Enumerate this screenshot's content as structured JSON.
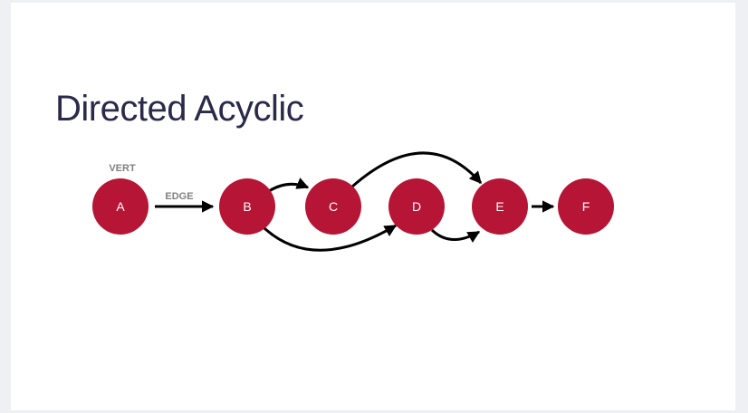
{
  "title": "Directed Acyclic",
  "annotations": {
    "vertex_label": "VERT",
    "edge_label": "EDGE"
  },
  "colors": {
    "node": "#b71535",
    "edge": "#000000",
    "title": "#2c2a4a"
  },
  "nodes": [
    {
      "id": "A",
      "label": "A"
    },
    {
      "id": "B",
      "label": "B"
    },
    {
      "id": "C",
      "label": "C"
    },
    {
      "id": "D",
      "label": "D"
    },
    {
      "id": "E",
      "label": "E"
    },
    {
      "id": "F",
      "label": "F"
    }
  ],
  "edges": [
    {
      "from": "A",
      "to": "B"
    },
    {
      "from": "B",
      "to": "C"
    },
    {
      "from": "B",
      "to": "D"
    },
    {
      "from": "C",
      "to": "E"
    },
    {
      "from": "D",
      "to": "E"
    },
    {
      "from": "E",
      "to": "F"
    }
  ]
}
